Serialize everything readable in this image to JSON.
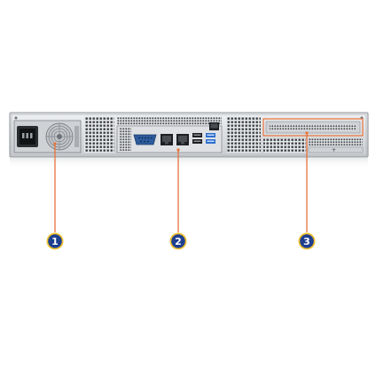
{
  "colors": {
    "background": "#ffffff",
    "chassis": "#d9dcdf",
    "chassis_edge": "#8c9095",
    "vent_dark": "#3b3e42",
    "port_black": "#1e1f22",
    "vga_blue": "#2d5c9e",
    "usb_blue": "#2f6fd0",
    "callout_line": "#e8733a",
    "highlight_box": "#e8733a",
    "badge_fill": "#1f3f8f",
    "badge_ring": "#f2c230"
  },
  "callouts": [
    {
      "label": "1",
      "target": "power-supply"
    },
    {
      "label": "2",
      "target": "io-panel"
    },
    {
      "label": "3",
      "target": "expansion-slots"
    }
  ]
}
